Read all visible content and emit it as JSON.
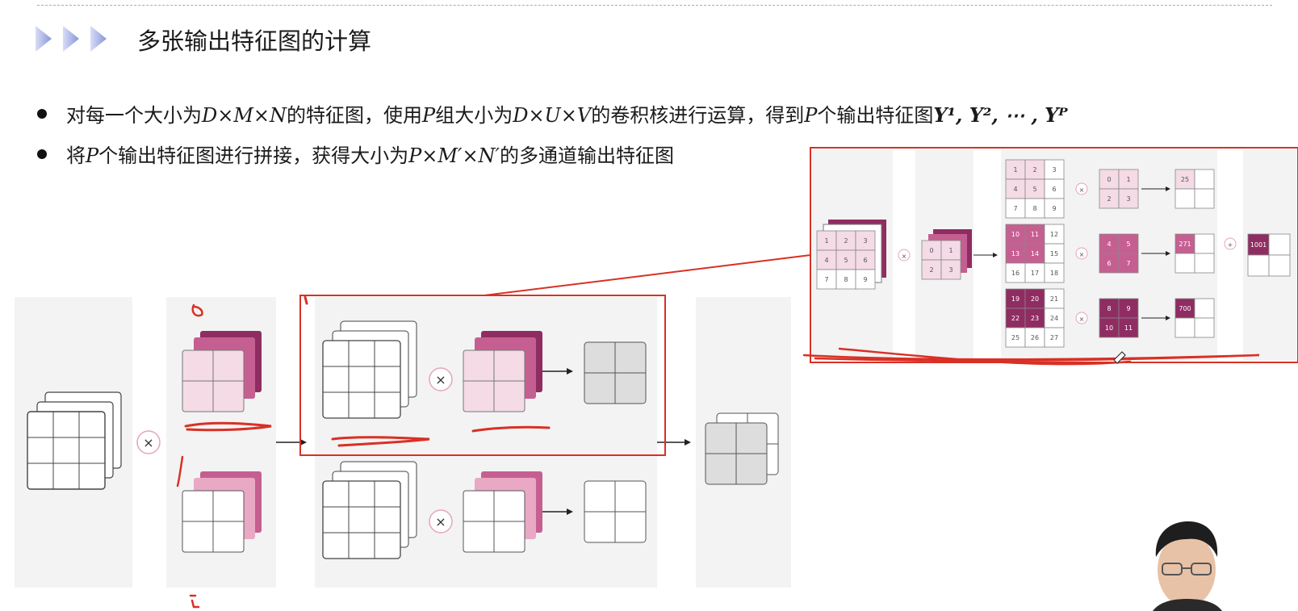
{
  "slide": {
    "title": "多张输出特征图的计算",
    "bullet1": {
      "t1": "对每一个大小为",
      "m1": "D×M×N",
      "t2": "的特征图，使用",
      "m2": "P",
      "t3": "组大小为",
      "m3": "D×U×V",
      "t4": "的卷积核进行运算，得到",
      "m4": "P",
      "t5": "个输出特征图",
      "m5": "Y¹, Y², ⋯ , Yᴾ"
    },
    "bullet2": {
      "t1": "将",
      "m1": "P",
      "t2": "个输出特征图进行拼接，获得大小为",
      "m2": "P×M′×N′",
      "t3": "的多通道输出特征图"
    }
  },
  "diagram": {
    "operator_multiply": "×",
    "operator_plus": "+",
    "input_values": [
      "1",
      "2",
      "3",
      "4",
      "5",
      "6",
      "7",
      "8",
      "9"
    ],
    "kernel_values": [
      "0",
      "1",
      "2",
      "3"
    ],
    "channel_rows": [
      {
        "input": [
          "1",
          "2",
          "3",
          "4",
          "5",
          "6",
          "7",
          "8",
          "9"
        ],
        "kernel": [
          "0",
          "1",
          "2",
          "3"
        ],
        "result": "25"
      },
      {
        "input": [
          "10",
          "11",
          "12",
          "13",
          "14",
          "15",
          "16",
          "17",
          "18"
        ],
        "kernel": [
          "4",
          "5",
          "6",
          "7"
        ],
        "result": "271"
      },
      {
        "input": [
          "19",
          "20",
          "21",
          "22",
          "23",
          "24",
          "25",
          "26",
          "27"
        ],
        "kernel": [
          "8",
          "9",
          "10",
          "11"
        ],
        "result": "700"
      }
    ],
    "sum_result": "1001"
  },
  "colors": {
    "accent_red": "#d93025",
    "pink_light": "#f4dbe6",
    "pink_mid": "#c65f91",
    "pink_dark": "#8f2d62",
    "gray_cell": "#dddddd",
    "panel_bg": "#f3f3f3",
    "chevron": "#9aa7e0"
  }
}
